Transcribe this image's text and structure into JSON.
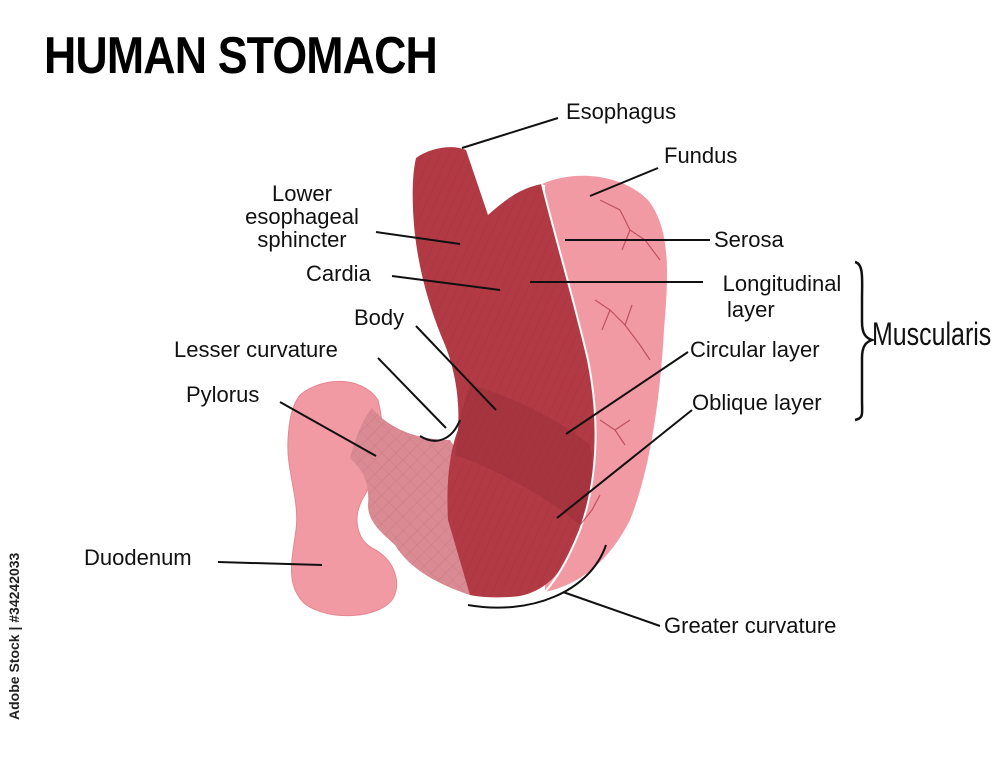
{
  "title": "HUMAN STOMACH",
  "labels": {
    "esophagus": "Esophagus",
    "fundus": "Fundus",
    "les_line1": "Lower",
    "les_line2": "esophageal",
    "les_line3": "sphincter",
    "serosa": "Serosa",
    "cardia": "Cardia",
    "longitudinal_line1": "Longitudinal",
    "longitudinal_line2": "layer",
    "body": "Body",
    "muscularis": "Muscularis",
    "lesser_curvature": "Lesser curvature",
    "circular_layer": "Circular layer",
    "pylorus": "Pylorus",
    "oblique_layer": "Oblique layer",
    "duodenum": "Duodenum",
    "greater_curvature": "Greater curvature"
  },
  "watermark": "Adobe Stock | #34242033",
  "colors": {
    "muscle": "#b23a44",
    "muscle_dark": "#a02d3a",
    "serosa_pink": "#f29aa3",
    "pylorus_pink": "#d98a93",
    "line": "#111111"
  }
}
